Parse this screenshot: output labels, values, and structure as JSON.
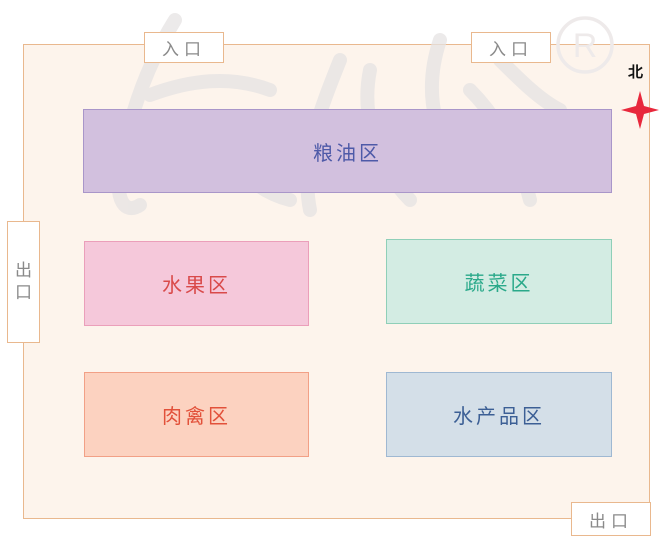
{
  "entrances": [
    {
      "label": "入口"
    },
    {
      "label": "入口"
    }
  ],
  "exits": [
    {
      "label": "出口"
    },
    {
      "label": "出口"
    }
  ],
  "north_label": "北",
  "zones": [
    {
      "label": "粮油区",
      "fill": "#d2c0de",
      "border": "#a996c9",
      "text": "#4e5aa8"
    },
    {
      "label": "水果区",
      "fill": "#f5c8da",
      "border": "#eb9fba",
      "text": "#d94a4a"
    },
    {
      "label": "蔬菜区",
      "fill": "#d3ece3",
      "border": "#8fcfb8",
      "text": "#2aa98a"
    },
    {
      "label": "肉禽区",
      "fill": "#fcd2c0",
      "border": "#f2a086",
      "text": "#e2513a"
    },
    {
      "label": "水产品区",
      "fill": "#d4dfe8",
      "border": "#9fb8d2",
      "text": "#3c5f95"
    }
  ],
  "colors": {
    "floor": "#fdf4ec",
    "outline": "#e9b88e",
    "compass": "#e8283c"
  }
}
